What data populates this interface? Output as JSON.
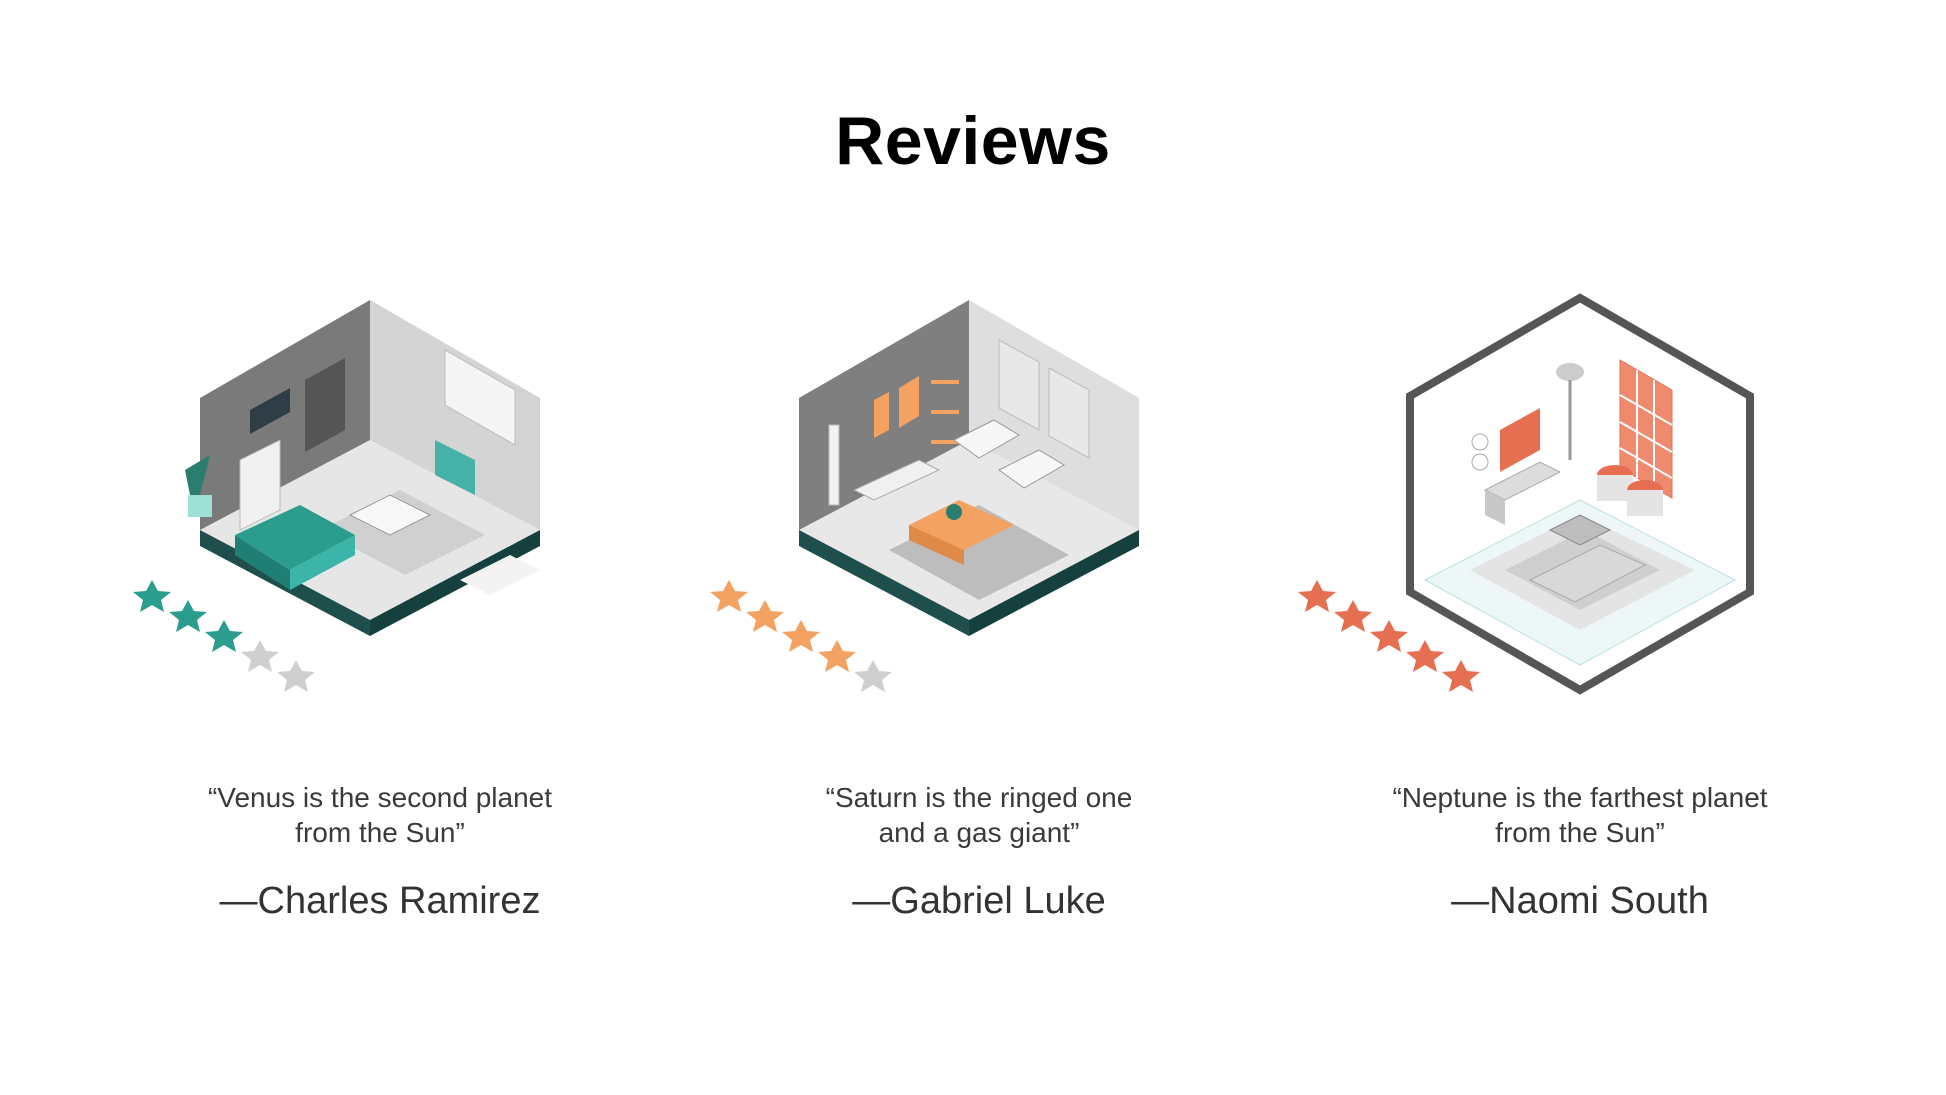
{
  "page": {
    "title": "Reviews"
  },
  "reviews": [
    {
      "quote_line1": "“Venus is the second planet",
      "quote_line2": "from the Sun”",
      "author": "—Charles Ramirez",
      "rating": 3,
      "accent": "#2a9d8f",
      "star_empty": "#cfcfcf",
      "illustration": "isometric-living-room-teal"
    },
    {
      "quote_line1": "“Saturn is the ringed one",
      "quote_line2": "and a gas giant”",
      "author": "—Gabriel Luke",
      "rating": 4,
      "accent": "#f4a261",
      "star_empty": "#cfcfcf",
      "illustration": "isometric-living-room-orange"
    },
    {
      "quote_line1": "“Neptune is the farthest planet",
      "quote_line2": "from the Sun”",
      "author": "—Naomi South",
      "rating": 5,
      "accent": "#e76f51",
      "star_empty": "#cfcfcf",
      "illustration": "isometric-living-room-coral"
    }
  ]
}
